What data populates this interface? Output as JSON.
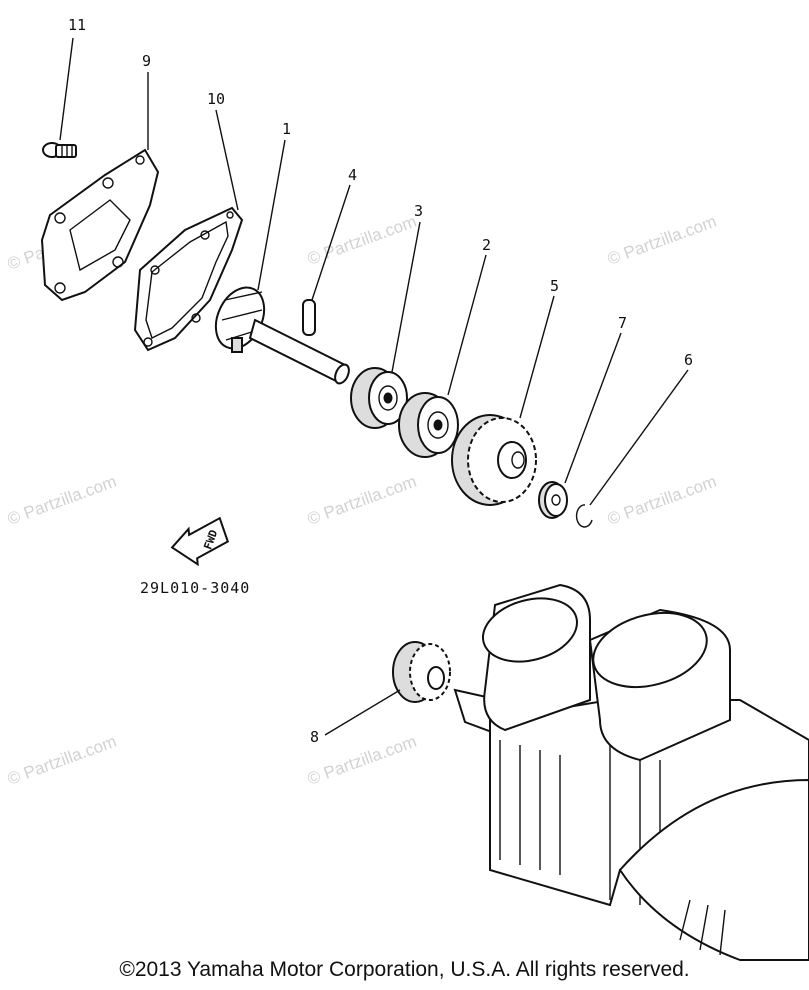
{
  "watermark": "© Partzilla.com",
  "callouts": {
    "p1": "1",
    "p2": "2",
    "p3": "3",
    "p4": "4",
    "p5": "5",
    "p6": "6",
    "p7": "7",
    "p8": "8",
    "p9": "9",
    "p10": "10",
    "p11": "11"
  },
  "fwd_label": "FWD",
  "diagram_code": "29L010-3040",
  "copyright": "©2013  Yamaha Motor Corporation, U.S.A. All rights reserved."
}
